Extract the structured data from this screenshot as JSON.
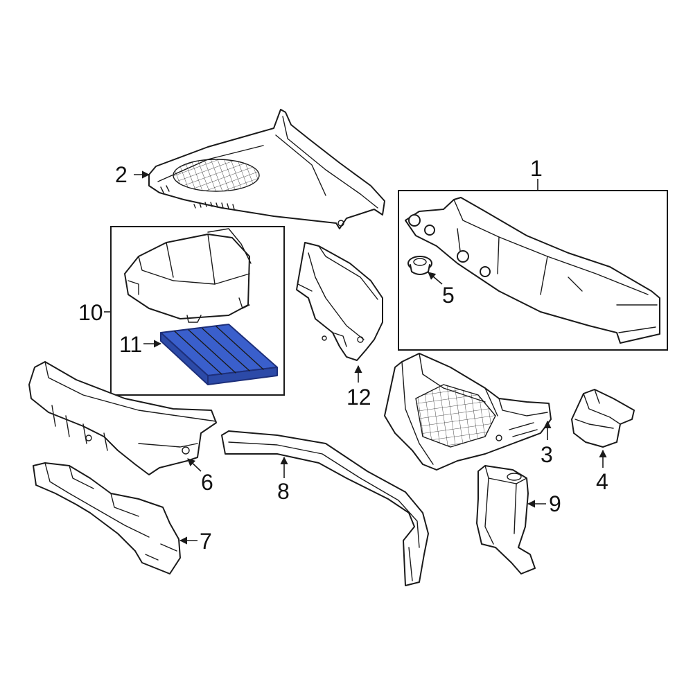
{
  "accent_colors": {
    "line": "#1a1a1a",
    "highlight_fill": "#3a5fcc",
    "highlight_stroke": "#1d2f7a"
  },
  "callouts": {
    "c1": "1",
    "c2": "2",
    "c3": "3",
    "c4": "4",
    "c5": "5",
    "c6": "6",
    "c7": "7",
    "c8": "8",
    "c9": "9",
    "c10": "10",
    "c11": "11",
    "c12": "12"
  }
}
